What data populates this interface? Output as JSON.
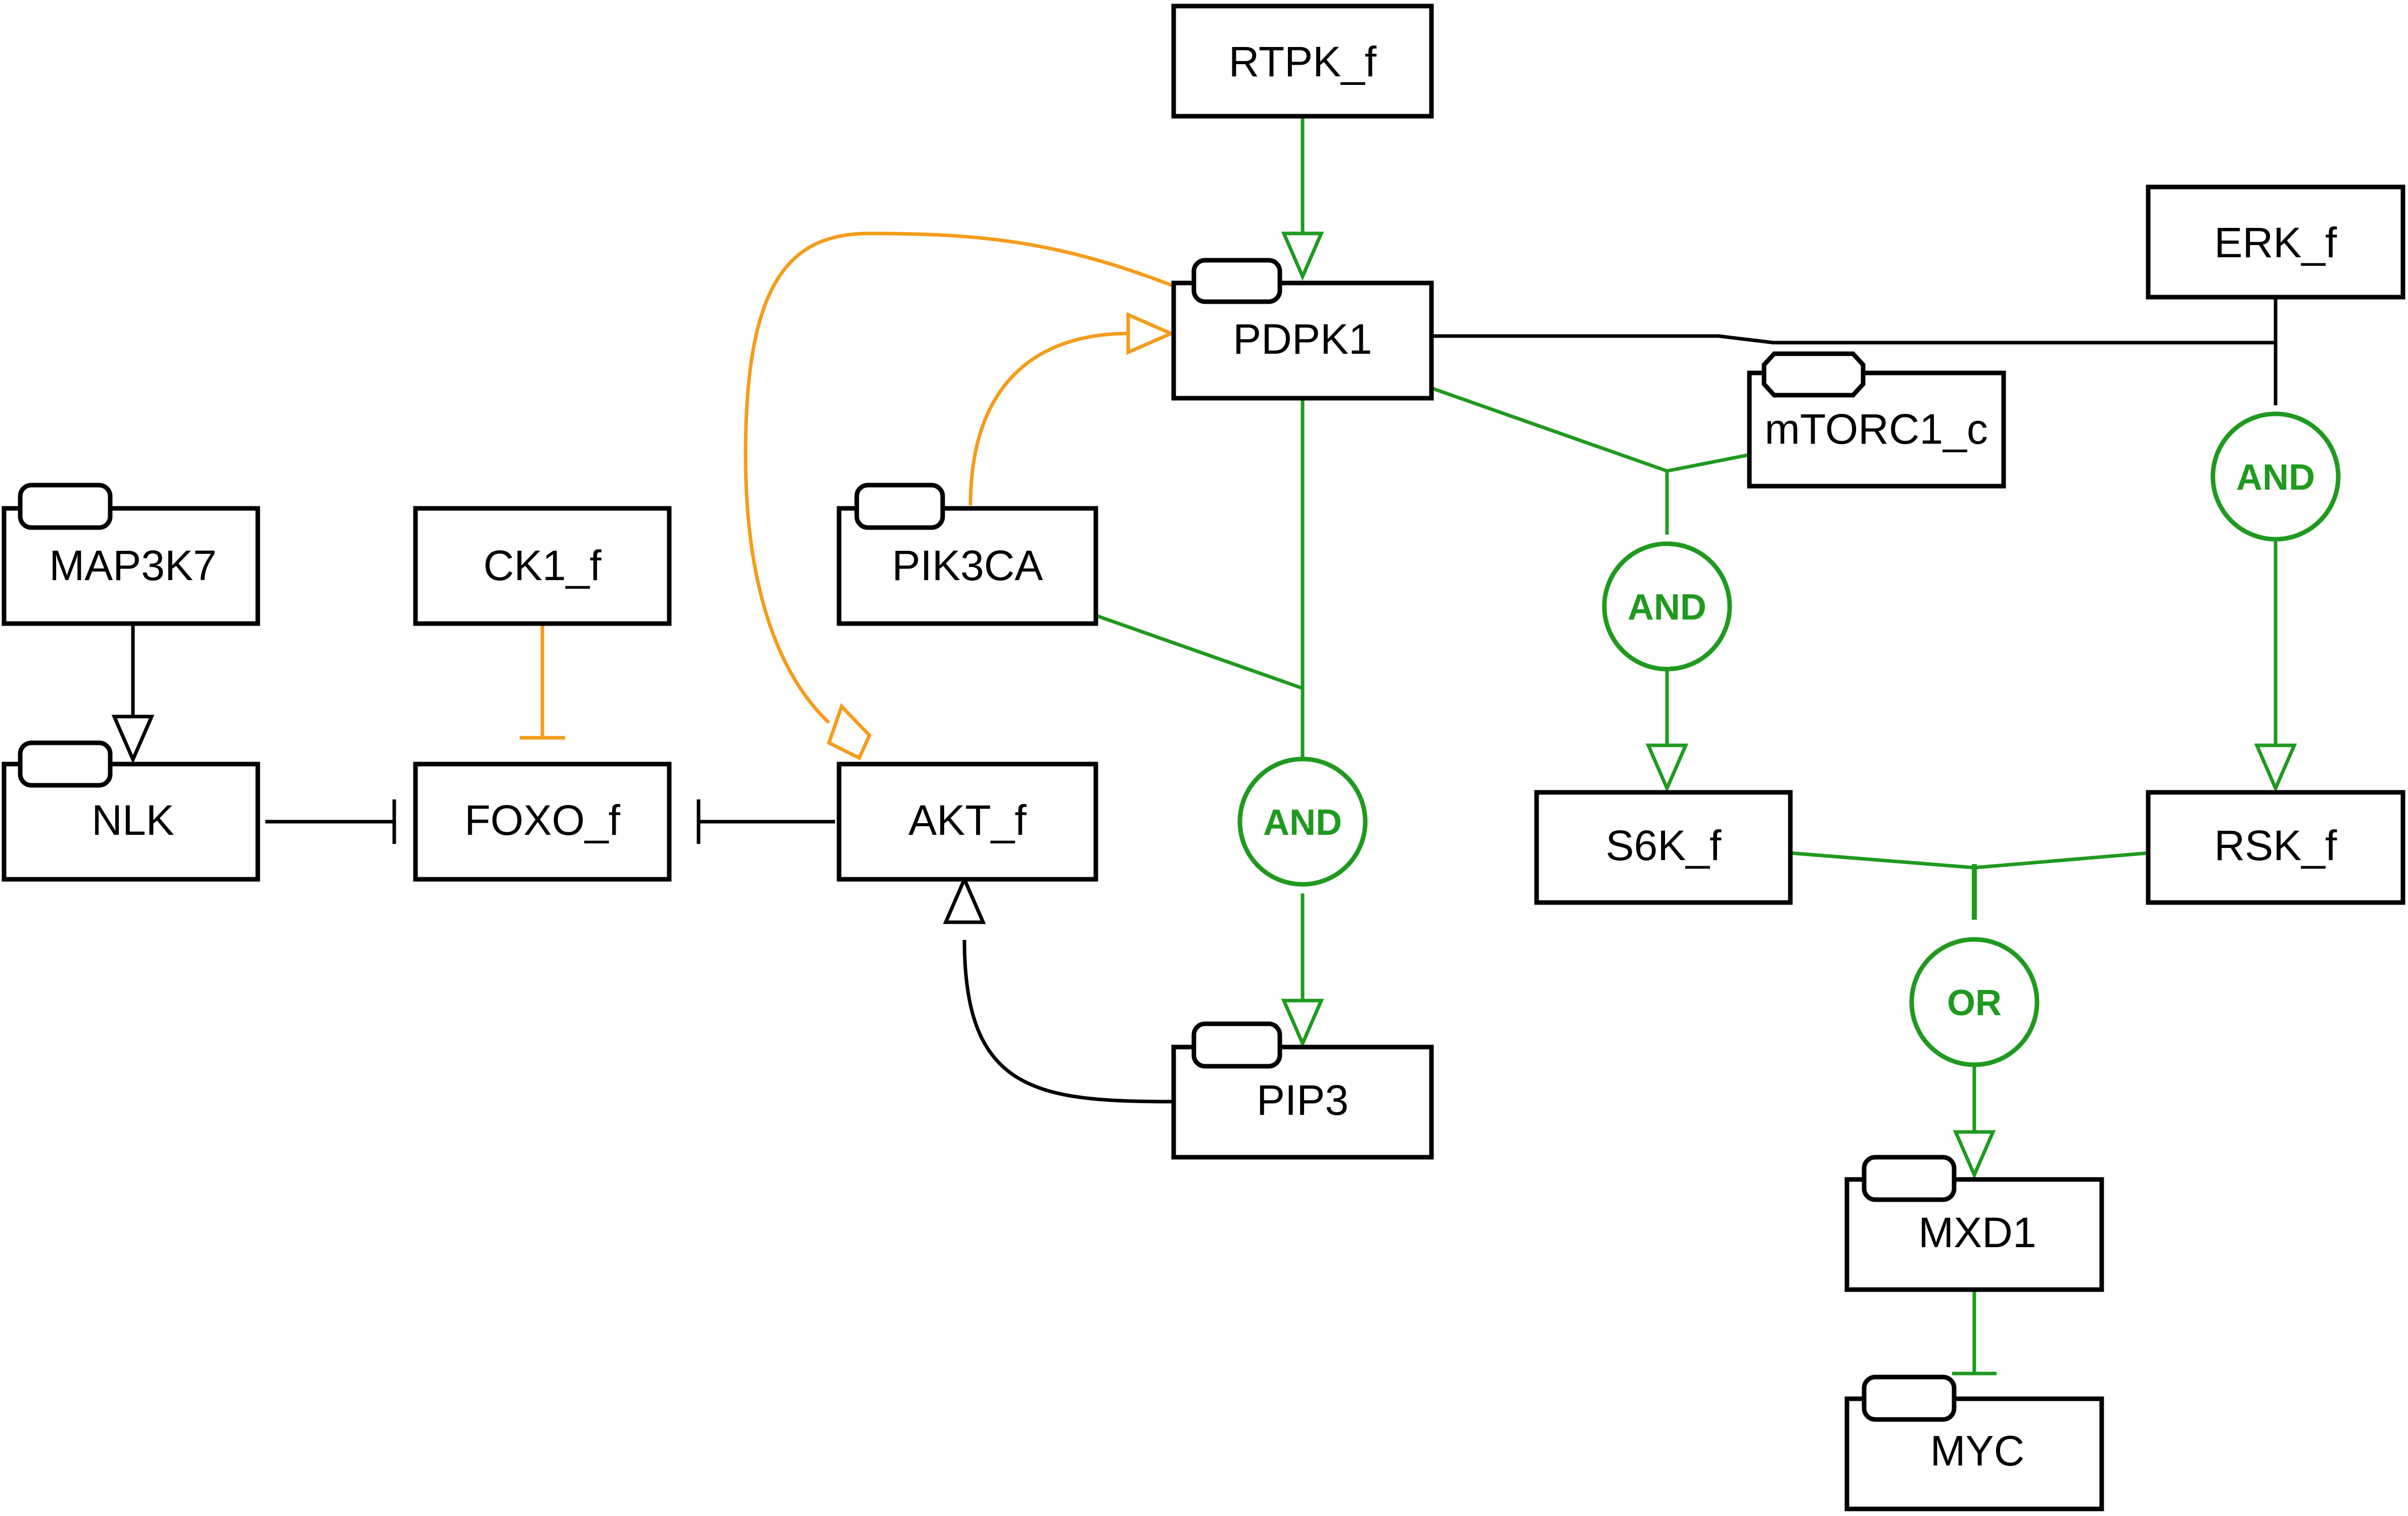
{
  "colors": {
    "activation": "#1f9a1f",
    "orange": "#f59c1a",
    "black": "#000000"
  },
  "nodes": {
    "rtpk": {
      "label": "RTPK_f"
    },
    "erk": {
      "label": "ERK_f"
    },
    "pdpk1": {
      "label": "PDPK1"
    },
    "mtorc1": {
      "label": "mTORC1_c"
    },
    "map3k7": {
      "label": "MAP3K7"
    },
    "ck1": {
      "label": "CK1_f"
    },
    "pik3ca": {
      "label": "PIK3CA"
    },
    "nlk": {
      "label": "NLK"
    },
    "foxo": {
      "label": "FOXO_f"
    },
    "akt": {
      "label": "AKT_f"
    },
    "s6k": {
      "label": "S6K_f"
    },
    "rsk": {
      "label": "RSK_f"
    },
    "pip3": {
      "label": "PIP3"
    },
    "mxd1": {
      "label": "MXD1"
    },
    "myc": {
      "label": "MYC"
    }
  },
  "gates": {
    "and_pip3": {
      "label": "AND"
    },
    "and_s6k": {
      "label": "AND"
    },
    "and_rsk": {
      "label": "AND"
    },
    "or_mxd1": {
      "label": "OR"
    }
  }
}
